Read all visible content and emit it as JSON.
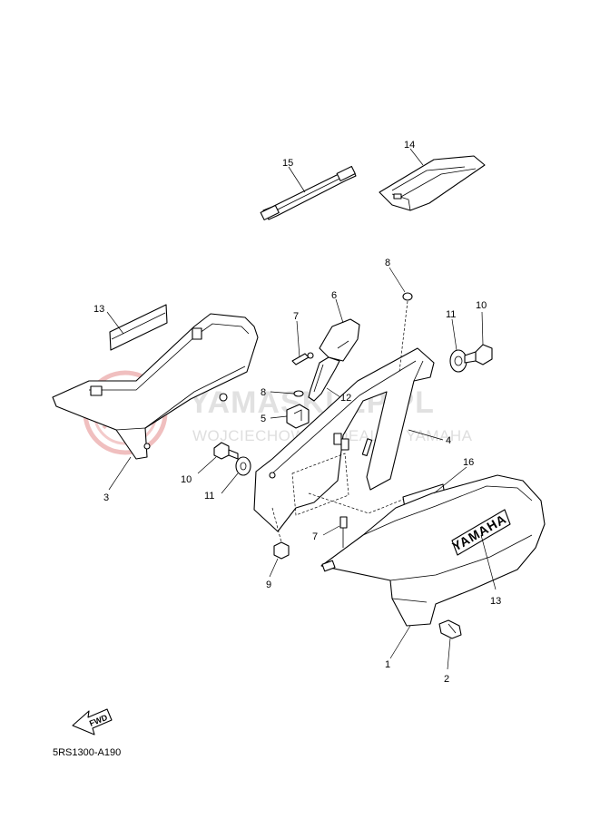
{
  "diagram": {
    "code": "5RS1300-A190",
    "fwd_label": "FWD",
    "brand_decal": "YAMAHA",
    "watermark": {
      "line1": "YAMASKLEP.PL",
      "line2": "WOJCIECHOWICZ DEALER YAMAHA",
      "logo_color": "#e48a8a"
    },
    "callouts": [
      {
        "id": "c15",
        "num": "15"
      },
      {
        "id": "c14",
        "num": "14"
      },
      {
        "id": "c8a",
        "num": "8"
      },
      {
        "id": "c13a",
        "num": "13"
      },
      {
        "id": "c6",
        "num": "6"
      },
      {
        "id": "c7a",
        "num": "7"
      },
      {
        "id": "c11a",
        "num": "11"
      },
      {
        "id": "c10a",
        "num": "10"
      },
      {
        "id": "c8b",
        "num": "8"
      },
      {
        "id": "c5",
        "num": "5"
      },
      {
        "id": "c12",
        "num": "12"
      },
      {
        "id": "c4",
        "num": "4"
      },
      {
        "id": "c3",
        "num": "3"
      },
      {
        "id": "c10b",
        "num": "10"
      },
      {
        "id": "c11b",
        "num": "11"
      },
      {
        "id": "c16",
        "num": "16"
      },
      {
        "id": "c7b",
        "num": "7"
      },
      {
        "id": "c9",
        "num": "9"
      },
      {
        "id": "c13b",
        "num": "13"
      },
      {
        "id": "c1",
        "num": "1"
      },
      {
        "id": "c2",
        "num": "2"
      }
    ]
  }
}
